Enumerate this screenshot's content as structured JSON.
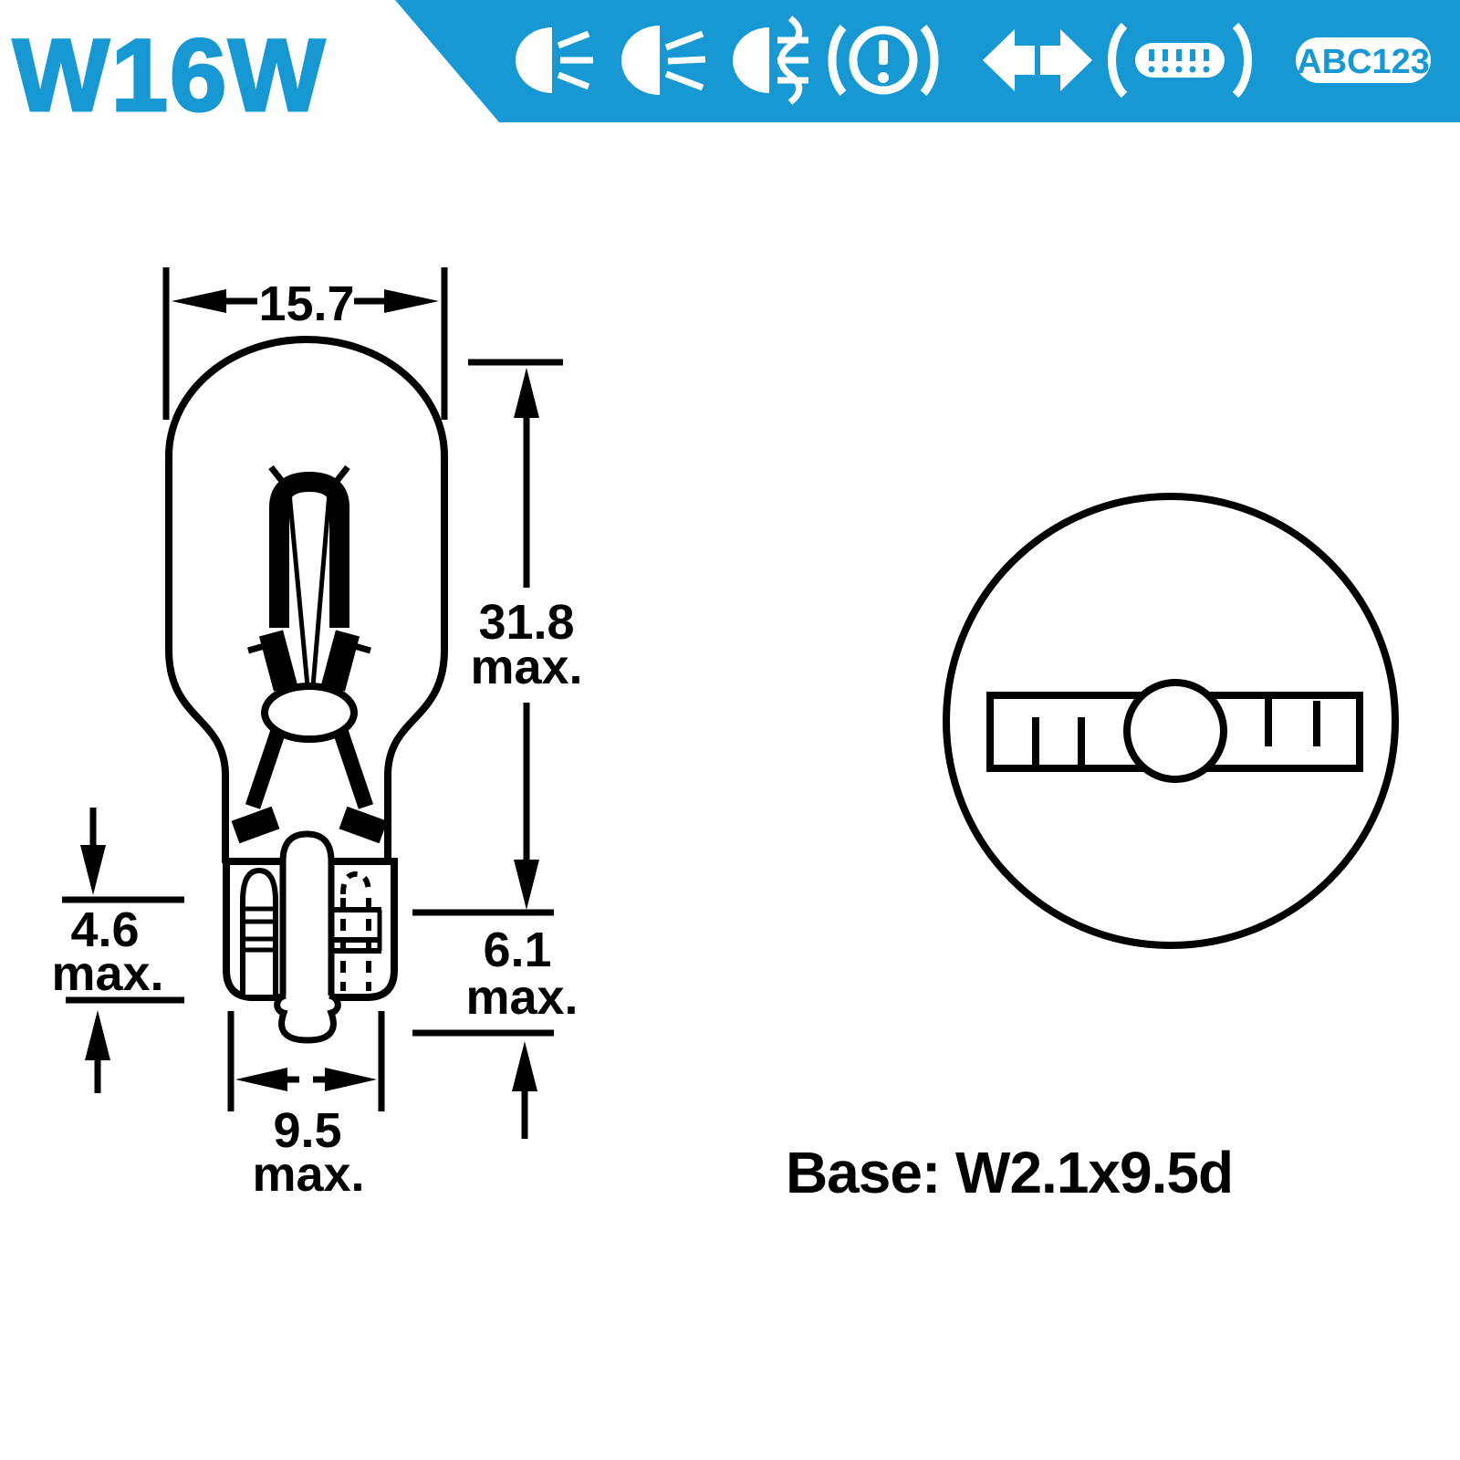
{
  "header": {
    "title": "W16W",
    "plate_code": "ABC123",
    "banner_color": "#1798D3",
    "icons": [
      "side-light",
      "dipped-beam-headlight",
      "front-fog-light",
      "brake-warning",
      "direction-indicator",
      "number-plate-light",
      "registration-plate"
    ]
  },
  "diagram": {
    "dimensions": {
      "bulb_diameter": "15.7",
      "overall_length": "31.8",
      "base_inset": "4.6",
      "base_height": "6.1",
      "base_width": "9.5",
      "max_suffix": "max."
    },
    "base_label": "Base: W2.1x9.5d",
    "colors": {
      "accent_blue": "#1798D3",
      "line_black": "#000000"
    }
  }
}
